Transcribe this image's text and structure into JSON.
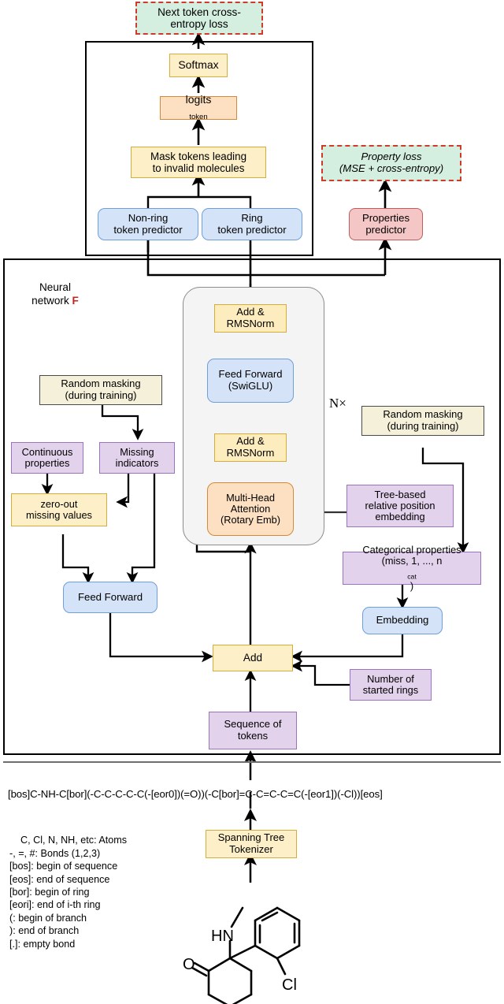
{
  "diagram": {
    "title": "Spanning-tree molecular transformer architecture",
    "head_section": {
      "loss_next_token": "Next token cross-\nentropy loss",
      "softmax": "Softmax",
      "logits": "logits",
      "logits_sub": "token",
      "mask_tokens": "Mask tokens leading\nto invalid molecules",
      "nonring_predictor": "Non-ring\ntoken predictor",
      "ring_predictor": "Ring\ntoken predictor",
      "properties_predictor": "Properties\npredictor",
      "property_loss": "Property loss\n(MSE + cross-entropy)"
    },
    "network_section": {
      "frame_label_line1": "Neural",
      "frame_label_line2": "network",
      "frame_label_symbol": "F",
      "add_rmsnorm_top": "Add &\nRMSNorm",
      "feed_forward_swiglu": "Feed Forward\n(SwiGLU)",
      "add_rmsnorm_bottom": "Add &\nRMSNorm",
      "multihead_attention": "Multi-Head\nAttention\n(Rotary Emb)",
      "repeat_marker": "N×",
      "random_masking_left": "Random masking\n(during training)",
      "random_masking_right": "Random masking\n(during training)",
      "continuous_properties": "Continuous\nproperties",
      "missing_indicators": "Missing\nindicators",
      "zero_out": "zero-out\nmissing values",
      "feed_forward": "Feed Forward",
      "tree_position_embedding": "Tree-based\nrelative position\nembedding",
      "categorical_properties_l1": "Categorical properties",
      "categorical_properties_l2a": "(miss, 1, ..., n",
      "categorical_properties_sub": "cat",
      "categorical_properties_l2b": ")",
      "embedding": "Embedding",
      "number_started_rings": "Number of\nstarted rings",
      "add": "Add",
      "sequence_of_tokens": "Sequence of\ntokens"
    },
    "tokenizer_section": {
      "token_sequence": "[bos]C-NH-C[bor](-C-C-C-C-C(-[eor0])(=O))(-C[bor]=C-C=C-C=C(-[eor1])(-Cl))[eos]",
      "tokenizer": "Spanning Tree\nTokenizer",
      "legend": "C, Cl, N, NH, etc: Atoms\n-, =, #: Bonds (1,2,3)\n[bos]: begin of sequence\n[eos]: end of sequence\n[bor]: begin of ring\n[eori]: end of i-th ring\n(: begin of branch\n): end of branch\n[.]: empty bond",
      "molecule_atoms": [
        "HN",
        "O",
        "Cl"
      ]
    },
    "colors": {
      "yellow_fill": "#fdf0c8",
      "yellow_border": "#d4ad3a",
      "peach_fill": "#fde0c2",
      "blue_fill": "#d4e3f7",
      "blue_border": "#6f9fd8",
      "red_fill": "#f4c7c6",
      "red_border": "#c45b58",
      "purple_fill": "#e3d2ec",
      "purple_border": "#9b72bb",
      "mint_fill": "#d4efe0",
      "dashed_border": "#cf3b2a",
      "accent_F": "#c0261e"
    }
  }
}
